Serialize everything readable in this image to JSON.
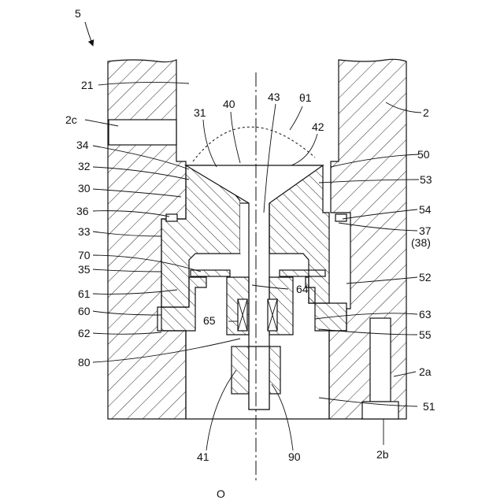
{
  "figure": {
    "labels": {
      "l5": "5",
      "l21": "21",
      "l2c": "2c",
      "l34": "34",
      "l32": "32",
      "l30": "30",
      "l36": "36",
      "l33": "33",
      "l70": "70",
      "l35": "35",
      "l61": "61",
      "l60": "60",
      "l62": "62",
      "l80": "80",
      "l41": "41",
      "l90": "90",
      "l31": "31",
      "l40": "40",
      "l43": "43",
      "theta": "θ1",
      "l42": "42",
      "l2": "2",
      "l50": "50",
      "l53": "53",
      "l54": "54",
      "l37": "37",
      "l38": "(38)",
      "l52": "52",
      "l64": "64",
      "l65": "65",
      "l63": "63",
      "l55": "55",
      "l2a": "2a",
      "l51": "51",
      "l2b": "2b",
      "lO": "O"
    }
  }
}
